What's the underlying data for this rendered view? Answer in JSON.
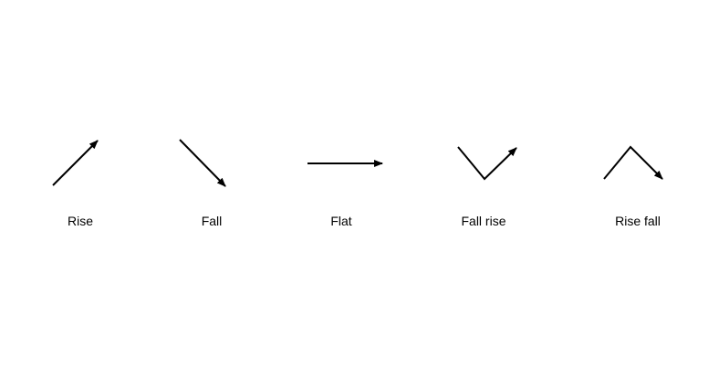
{
  "colors": {
    "line": "#000000",
    "background": "#ffffff"
  },
  "patterns": [
    {
      "id": "rise",
      "label": "Rise"
    },
    {
      "id": "fall",
      "label": "Fall"
    },
    {
      "id": "flat",
      "label": "Flat"
    },
    {
      "id": "fall-rise",
      "label": "Fall rise"
    },
    {
      "id": "rise-fall",
      "label": "Rise fall"
    }
  ]
}
